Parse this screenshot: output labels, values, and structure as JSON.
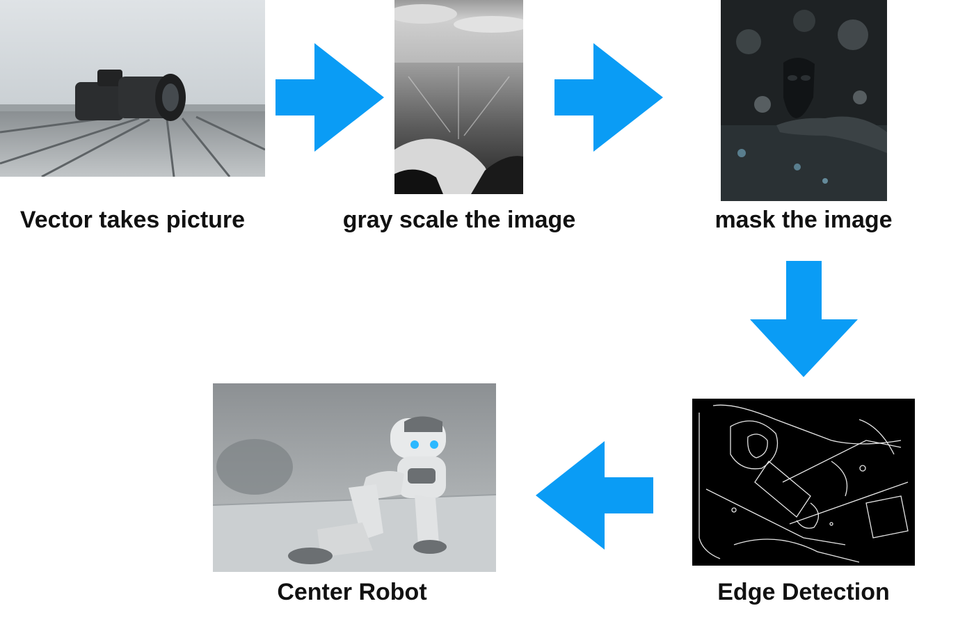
{
  "steps": [
    {
      "id": "capture",
      "label": "Vector takes picture"
    },
    {
      "id": "grayscale",
      "label": "gray scale the image"
    },
    {
      "id": "mask",
      "label": "mask the image"
    },
    {
      "id": "edges",
      "label": "Edge Detection"
    },
    {
      "id": "center",
      "label": "Center Robot"
    }
  ],
  "flow": [
    "right",
    "right",
    "down",
    "left"
  ],
  "colors": {
    "arrow": "#0a9cf5",
    "text": "#111111",
    "background": "#ffffff"
  }
}
